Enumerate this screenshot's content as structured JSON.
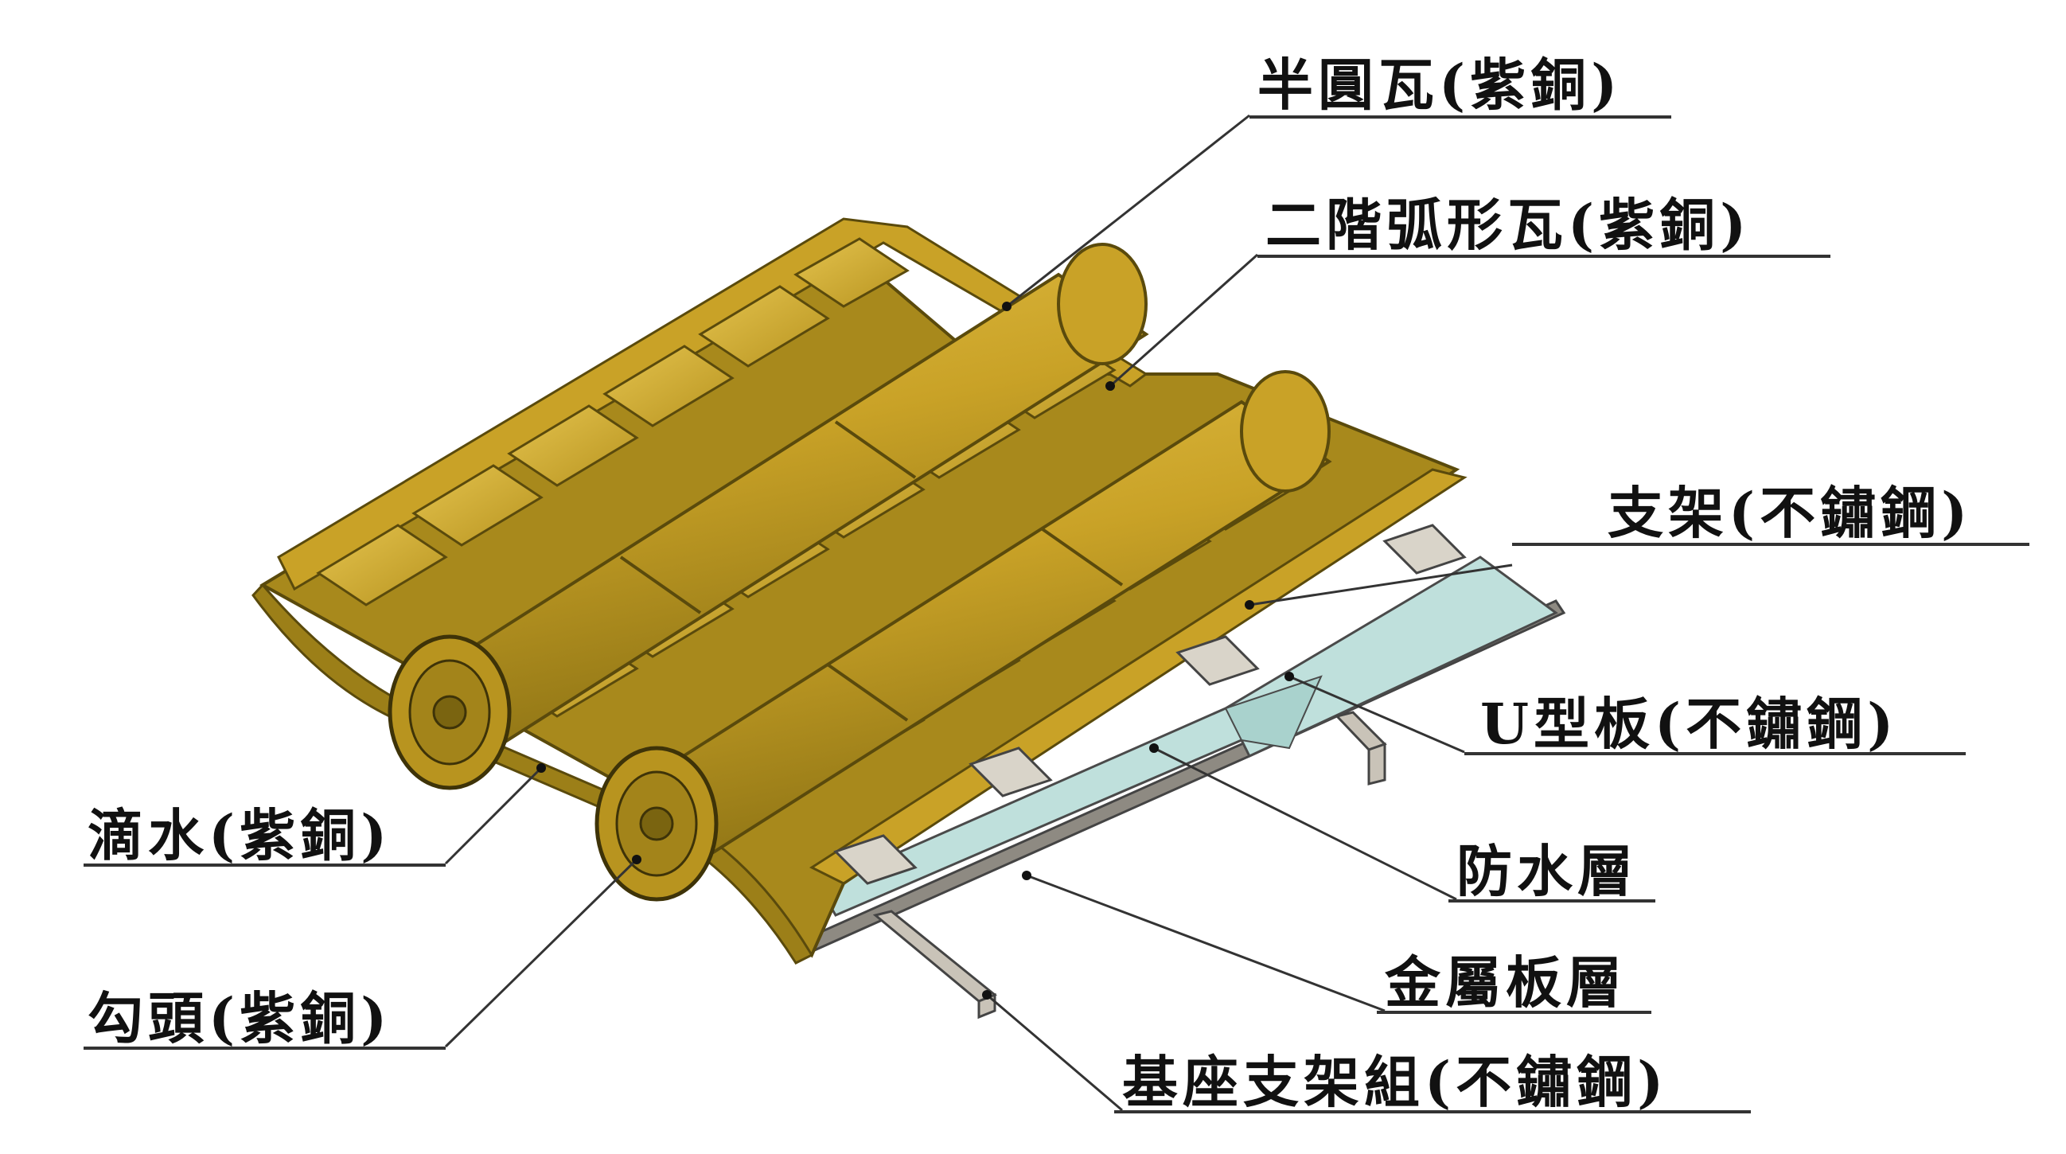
{
  "colors": {
    "copper": "#C9A227",
    "copper_dark": "#7A6410",
    "copper_light": "#E2BE45",
    "copper_shadow": "#9C7F18",
    "waterproof": "#BFE0DC",
    "stainless": "#C9C3B8",
    "leader": "#333333"
  },
  "labels": {
    "half_round_tile": "半圓瓦(紫銅)",
    "two_step_arc_tile": "二階弧形瓦(紫銅)",
    "bracket": "支架(不鏽鋼)",
    "u_plate": "U型板(不鏽鋼)",
    "waterproof_layer": "防水層",
    "metal_plate_layer": "金屬板層",
    "base_bracket_set": "基座支架組(不鏽鋼)",
    "drip": "滴水(紫銅)",
    "hook_head": "勾頭(紫銅)"
  }
}
